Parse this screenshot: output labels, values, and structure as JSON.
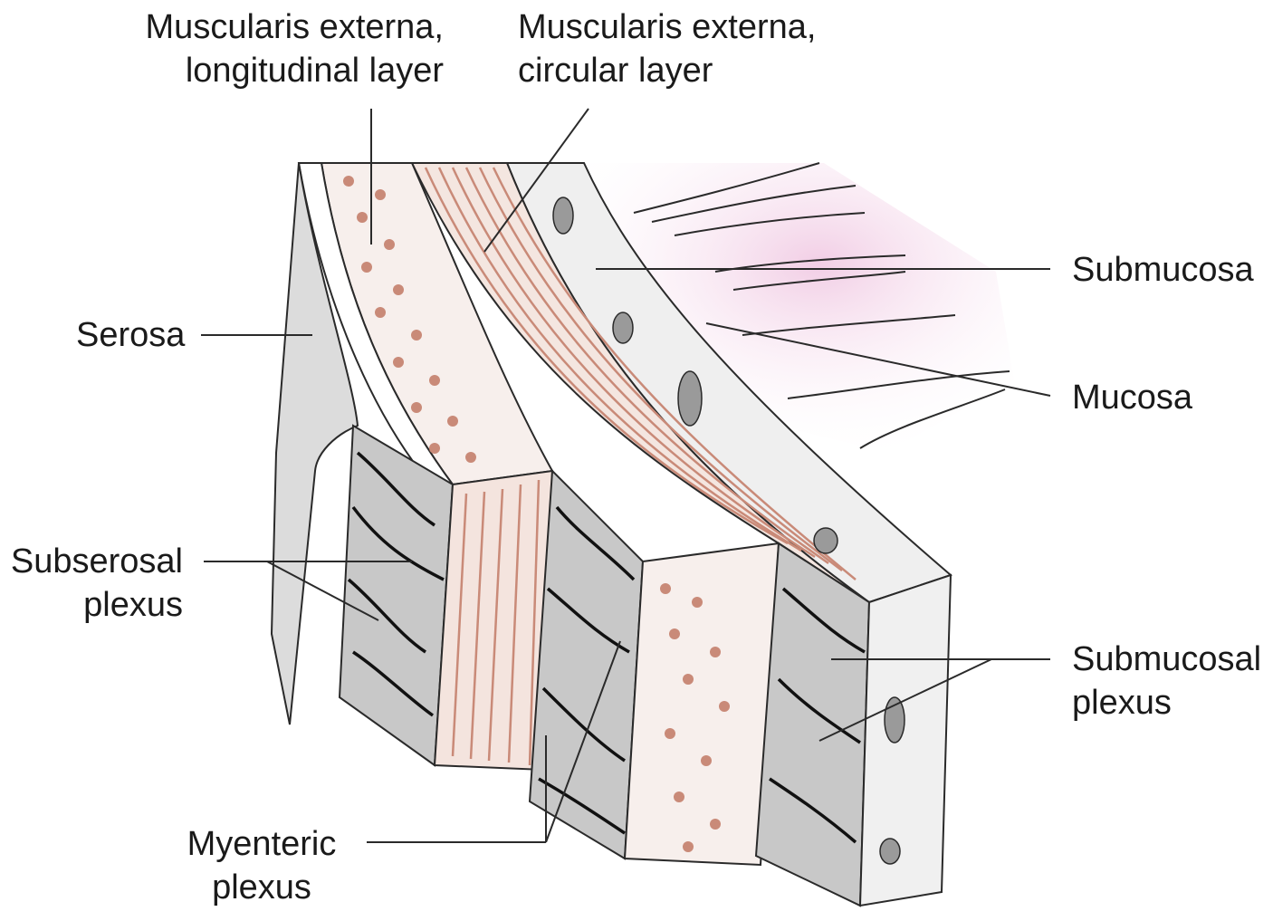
{
  "labels": {
    "muscularis_longitudinal": {
      "line1": "Muscularis externa,",
      "line2": "longitudinal layer"
    },
    "muscularis_circular": {
      "line1": "Muscularis externa,",
      "line2": "circular layer"
    },
    "submucosa": "Submucosa",
    "serosa": "Serosa",
    "mucosa": "Mucosa",
    "subserosal_plexus": {
      "line1": "Subserosal",
      "line2": "plexus"
    },
    "submucosal_plexus": {
      "line1": "Submucosal",
      "line2": "plexus"
    },
    "myenteric_plexus": {
      "line1": "Myenteric",
      "line2": "plexus"
    }
  },
  "colors": {
    "outline": "#2a2a2a",
    "muscle_fiber": "#c98a78",
    "tissue_gray": "#d4d4d4",
    "light_gray": "#ececec",
    "mucosa_pink": "#f3d6e8",
    "plexus_black": "#111111"
  }
}
